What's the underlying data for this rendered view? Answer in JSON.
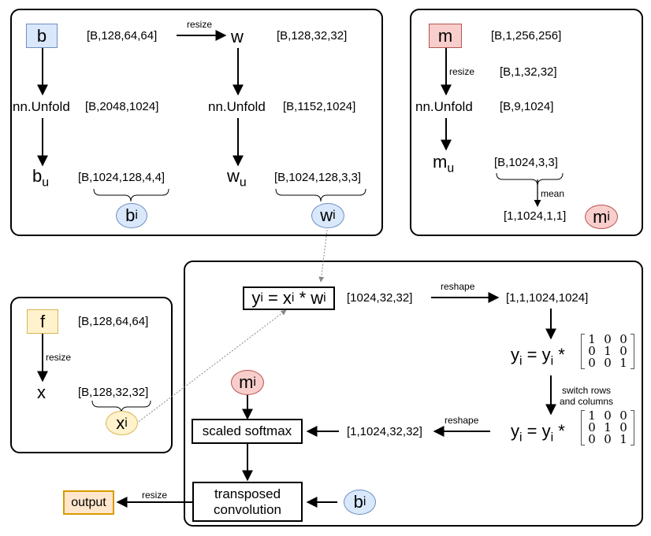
{
  "panel_b": {
    "node_b": "b",
    "shape_b": "[B,128,64,64]",
    "resize_label": "resize",
    "node_w": "w",
    "shape_w": "[B,128,32,32]",
    "unfold_b": "nn.Unfold",
    "shape_unfold_b": "[B,2048,1024]",
    "unfold_w": "nn.Unfold",
    "shape_unfold_w": "[B,1152,1024]",
    "bu_base": "b",
    "bu_sub": "u",
    "shape_bu": "[B,1024,128,4,4]",
    "wu_base": "w",
    "wu_sub": "u",
    "shape_wu": "[B,1024,128,3,3]",
    "bi_base": "b",
    "bi_sub": "i",
    "wi_base": "w",
    "wi_sub": "i"
  },
  "panel_m": {
    "node_m": "m",
    "shape_m": "[B,1,256,256]",
    "resize_label": "resize",
    "shape_resized": "[B,1,32,32]",
    "unfold": "nn.Unfold",
    "shape_unfold": "[B,9,1024]",
    "mu_base": "m",
    "mu_sub": "u",
    "shape_mu": "[B,1024,3,3]",
    "mean_label": "mean",
    "shape_mean": "[1,1024,1,1]",
    "mi_base": "m",
    "mi_sub": "i"
  },
  "panel_f": {
    "node_f": "f",
    "shape_f": "[B,128,64,64]",
    "resize_label": "resize",
    "node_x": "x",
    "shape_x": "[B,128,32,32]",
    "xi_base": "x",
    "xi_sub": "i"
  },
  "panel_main": {
    "conv_eq": {
      "y": "y",
      "y_sub": "i",
      "x": "x",
      "x_sub": "i",
      "w": "w",
      "w_sub": "i",
      "eq": " = ",
      "star": " * "
    },
    "shape_conv": "[1024,32,32]",
    "reshape_label_1": "reshape",
    "shape_reshape": "[1,1,1024,1024]",
    "mult_eq_1": {
      "y1": "y",
      "sub1": "i",
      "eq": " = ",
      "y2": "y",
      "sub2": "i",
      "star": " *"
    },
    "switch_label_line1": "switch rows",
    "switch_label_line2": "and columns",
    "mult_eq_2": {
      "y1": "y",
      "sub1": "i",
      "eq": " = ",
      "y2": "y",
      "sub2": "i",
      "star": " *"
    },
    "reshape_label_2": "reshape",
    "shape_softmax_in": "[1,1024,32,32]",
    "mi_base": "m",
    "mi_sub": "i",
    "softmax_label": "scaled softmax",
    "tconv_line1": "transposed",
    "tconv_line2": "convolution",
    "bi_base": "b",
    "bi_sub": "i",
    "resize_label": "resize",
    "output_label": "output",
    "matrix1": [
      [
        "1",
        "0",
        "0"
      ],
      [
        "0",
        "1",
        "0"
      ],
      [
        "0",
        "0",
        "1"
      ]
    ],
    "matrix2": [
      [
        "1",
        "0",
        "0"
      ],
      [
        "0",
        "1",
        "0"
      ],
      [
        "0",
        "0",
        "1"
      ]
    ]
  }
}
